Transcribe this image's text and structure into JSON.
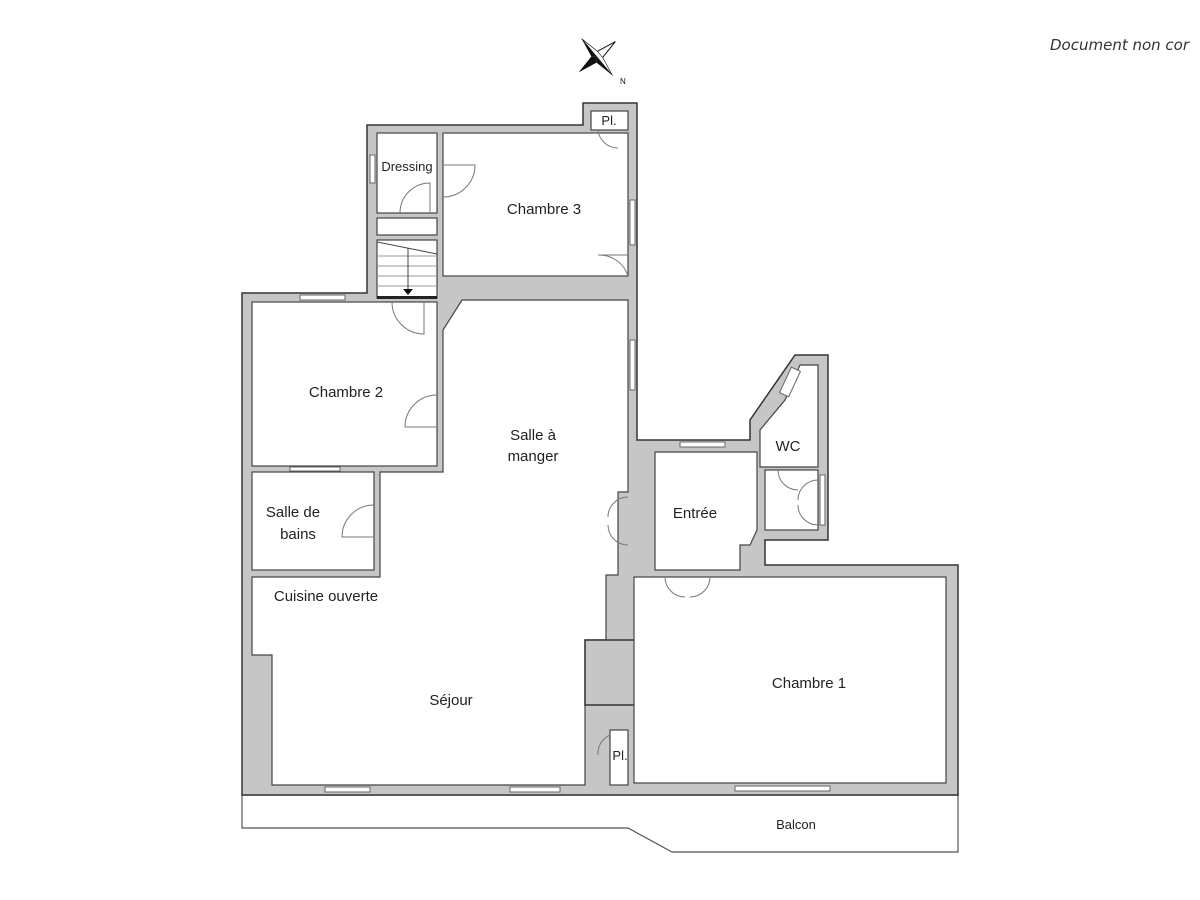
{
  "disclaimer": "Document non cor",
  "compass": {
    "icon": "compass-rose-icon",
    "north_label": "N"
  },
  "colors": {
    "wall": "#c6c6c6",
    "outline": "#333333",
    "room": "#ffffff"
  },
  "rooms": {
    "dressing": "Dressing",
    "chambre3": "Chambre 3",
    "placard_top": "Pl.",
    "chambre2": "Chambre 2",
    "salle_a_manger_1": "Salle à",
    "salle_a_manger_2": "manger",
    "wc": "WC",
    "entree": "Entrée",
    "salle_de_bains_1": "Salle de",
    "salle_de_bains_2": "bains",
    "cuisine": "Cuisine ouverte",
    "sejour": "Séjour",
    "chambre1": "Chambre 1",
    "placard_bottom": "Pl.",
    "balcon": "Balcon"
  }
}
